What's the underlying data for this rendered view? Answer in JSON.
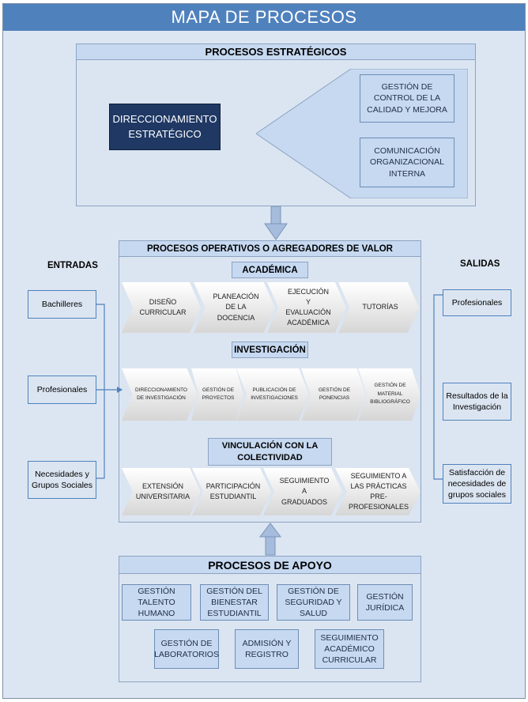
{
  "title": "MAPA DE PROCESOS",
  "estrategicos": {
    "header": "PROCESOS ESTRATÉGICOS",
    "direccionamiento": "DIRECCIONAMIENTO ESTRATÉGICO",
    "items": [
      "GESTIÓN DE CONTROL DE LA CALIDAD Y MEJORA",
      "COMUNICACIÓN ORGANIZACIONAL INTERNA"
    ]
  },
  "operativos": {
    "header": "PROCESOS OPERATIVOS O AGREGADORES DE VALOR",
    "academica": {
      "label": "ACADÉMICA",
      "items": [
        "DISEÑO CURRICULAR",
        "PLANEACIÓN DE LA DOCENCIA",
        "EJECUCIÓN Y EVALUACIÓN ACADÉMICA",
        "TUTORÍAS"
      ]
    },
    "investigacion": {
      "label": "INVESTIGACIÓN",
      "items": [
        "DIRECCIONAMIENTO DE INVESTIGACIÓN",
        "GESTIÓN DE PROYECTOS",
        "PUBLICACIÓN DE INVESTIGACIONES",
        "GESTIÓN DE PONENCIAS",
        "GESTIÓN DE MATERIAL BIBLIOGRÁFICO"
      ]
    },
    "vinculacion": {
      "label": "VINCULACIÓN CON LA COLECTIVIDAD",
      "items": [
        "EXTENSIÓN UNIVERSITARIA",
        "PARTICIPACIÓN ESTUDIANTIL",
        "SEGUIMIENTO A GRADUADOS",
        "SEGUIMIENTO A LAS PRÁCTICAS PRE-PROFESIONALES"
      ]
    }
  },
  "entradas": {
    "label": "ENTRADAS",
    "items": [
      "Bachilleres",
      "Profesionales",
      "Necesidades y Grupos Sociales"
    ]
  },
  "salidas": {
    "label": "SALIDAS",
    "items": [
      "Profesionales",
      "Resultados de la Investigación",
      "Satisfacción de necesidades de grupos sociales"
    ]
  },
  "apoyo": {
    "header": "PROCESOS DE APOYO",
    "items": [
      "GESTIÓN TALENTO HUMANO",
      "GESTIÓN DEL BIENESTAR ESTUDIANTIL",
      "GESTIÓN DE SEGURIDAD Y SALUD",
      "GESTIÓN JURÍDICA",
      "GESTIÓN DE LABORATORIOS",
      "ADMISIÓN Y REGISTRO",
      "SEGUIMIENTO ACADÉMICO CURRICULAR"
    ]
  },
  "colors": {
    "title_bar": "#4f81bd",
    "panel": "#dbe5f1",
    "box": "#c6d9f1",
    "direccionamiento": "#1f3864",
    "arrow": "#a6bcdc"
  }
}
